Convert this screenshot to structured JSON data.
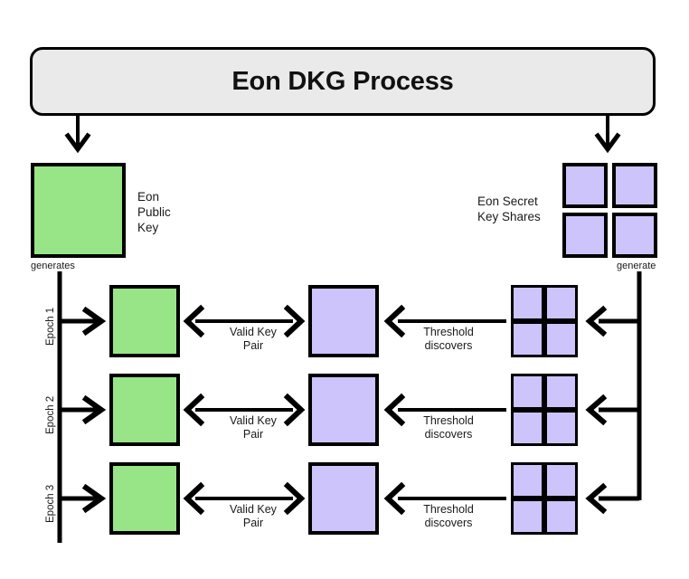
{
  "title": {
    "text": "Eon DKG Process"
  },
  "top": {
    "public_key": {
      "label": "Eon\nPublic\nKey",
      "color": "#97e586",
      "generates_label": "generates"
    },
    "secret_shares": {
      "label": "Eon Secret\nKey Shares",
      "color": "#ccc4fb",
      "generate_label": "generate",
      "share_count": 4
    }
  },
  "colors": {
    "public_key_green": "#97e586",
    "secret_share_purple": "#ccc4fb",
    "banner_gray": "#eaeaea",
    "stroke_black": "#000000",
    "background": "#ffffff"
  },
  "epochs": [
    {
      "label": "Epoch 1",
      "public_key_color": "#97e586",
      "secret_key_color": "#ccc4fb",
      "pair_label": "Valid Key\nPair",
      "threshold_label": "Threshold\ndiscovers",
      "share_count": 4
    },
    {
      "label": "Epoch 2",
      "public_key_color": "#97e586",
      "secret_key_color": "#ccc4fb",
      "pair_label": "Valid Key\nPair",
      "threshold_label": "Threshold\ndiscovers",
      "share_count": 4
    },
    {
      "label": "Epoch 3",
      "public_key_color": "#97e586",
      "secret_key_color": "#ccc4fb",
      "pair_label": "Valid Key\nPair",
      "threshold_label": "Threshold\ndiscovers",
      "share_count": 4
    }
  ]
}
